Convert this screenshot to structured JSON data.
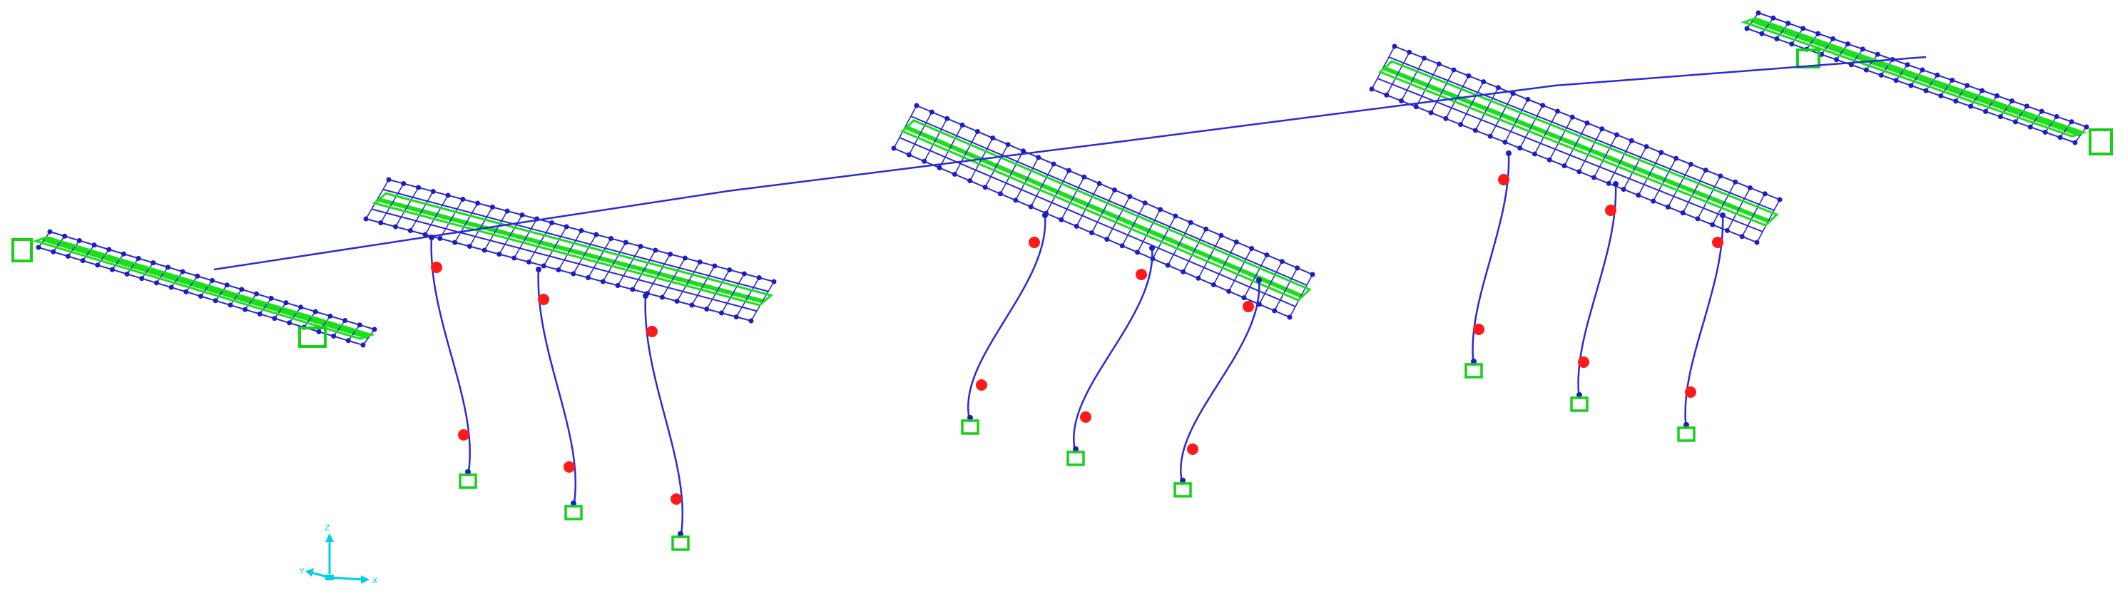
{
  "view": {
    "background": "#ffffff",
    "colors": {
      "frame": "#2a2ad6",
      "frame_node": "#1d1dc4",
      "area_element": "#19e019",
      "support": "#18d018",
      "hinge": "#ff1a1a",
      "axis_triad": "#00cfe8"
    },
    "legend": {
      "frame": "frame-element-icon",
      "area": "area-element-icon",
      "support": "fixed-support-icon",
      "hinge": "plastic-hinge-icon",
      "axes": "coordinate-axes-icon"
    }
  },
  "model": {
    "deck_spans": 5,
    "bent_count": 3,
    "columns_per_bent": 3,
    "abutment_count": 2
  },
  "axis_triad": {
    "z_label": "Z",
    "y_label": "Y",
    "x_label": "X"
  }
}
